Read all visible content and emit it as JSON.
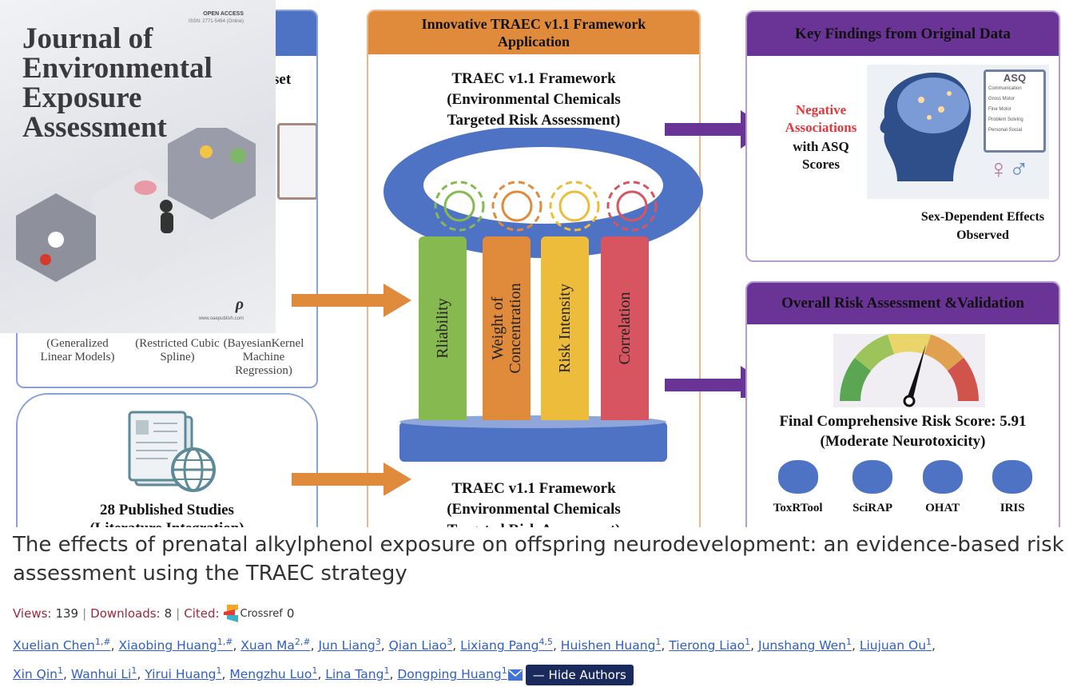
{
  "graphical_abstract": {
    "left_top": {
      "title_fragment": "set",
      "methods": [
        "(Generalized Linear Models)",
        "(Restricted Cubic Spline)",
        "(BayesianKernel Machine Regression)"
      ]
    },
    "left_bottom": {
      "label": "28 Published Studies",
      "label2": "(Literature Integration)"
    },
    "middle": {
      "header": "Innovative TRAEC v1.1 Framework Application",
      "top_text": [
        "TRAEC v1.1 Framework",
        "(Environmental Chemicals",
        "Targeted Risk Assessment)"
      ],
      "pillars": [
        {
          "label": "Rliability",
          "color": "#86b94f"
        },
        {
          "label": "Weight of Concentration",
          "color": "#e08a3c"
        },
        {
          "label": "Risk Intensity",
          "color": "#ecbc3a"
        },
        {
          "label": "Correlation",
          "color": "#d65560"
        }
      ],
      "bottom_text": [
        "TRAEC v1.1 Framework",
        "(Environmental Chemicals",
        "Targeted Risk Assessment)"
      ]
    },
    "right_top": {
      "header": "Key Findings from Original Data",
      "negative": "Negative Associations",
      "with": "with ASQ Scores",
      "asq_title": "ASQ",
      "asq_items": [
        "Communication",
        "Gross Motor",
        "Fine Motor",
        "Problem Solving",
        "Personal-Social"
      ],
      "sex": "Sex-Dependent Effects Observed"
    },
    "right_bottom": {
      "header": "Overall Risk Assessment &Validation",
      "score_line": "Final Comprehensive Risk Score: 5.91",
      "score_sub": "(Moderate Neurotoxicity)",
      "gauge_value": 5.91,
      "tools": [
        "ToxRTool",
        "SciRAP",
        "OHAT",
        "IRIS"
      ]
    },
    "colors": {
      "blue": "#4f73c4",
      "orange": "#e08a3c",
      "purple": "#6a3396",
      "red": "#e8353a"
    }
  },
  "cover": {
    "open_access": "OPEN ACCESS",
    "issn": "ISSN: 2771-5494 (Online)",
    "journal": "Journal of Environmental Exposure Assessment",
    "url": "www.oaepublish.com",
    "publisher_logo": "OAE"
  },
  "article": {
    "title": "The effects of prenatal alkylphenol exposure on offspring neurodevelopment: an evidence-based risk assessment using the TRAEC strategy",
    "views_label": "Views:",
    "views": "139",
    "downloads_label": "Downloads:",
    "downloads": "8",
    "cited_label": "Cited:",
    "crossref": "Crossref",
    "cited": "0",
    "authors": [
      {
        "name": "Xuelian Chen",
        "aff": "1,#"
      },
      {
        "name": "Xiaobing Huang",
        "aff": "1,#"
      },
      {
        "name": "Xuan Ma",
        "aff": "2,#"
      },
      {
        "name": "Jun Liang",
        "aff": "3"
      },
      {
        "name": "Qian Liao",
        "aff": "3"
      },
      {
        "name": "Lixiang Pang",
        "aff": "4,5"
      },
      {
        "name": "Huishen Huang",
        "aff": "1"
      },
      {
        "name": "Tierong Liao",
        "aff": "1"
      },
      {
        "name": "Junshang Wen",
        "aff": "1"
      },
      {
        "name": "Liujuan Ou",
        "aff": "1"
      },
      {
        "name": "Xin Qin",
        "aff": "1"
      },
      {
        "name": "Wanhui Li",
        "aff": "1"
      },
      {
        "name": "Yirui Huang",
        "aff": "1"
      },
      {
        "name": "Mengzhu Luo",
        "aff": "1"
      },
      {
        "name": "Lina Tang",
        "aff": "1"
      },
      {
        "name": "Dongping Huang",
        "aff": "1"
      }
    ],
    "hide_authors": "— Hide Authors"
  }
}
